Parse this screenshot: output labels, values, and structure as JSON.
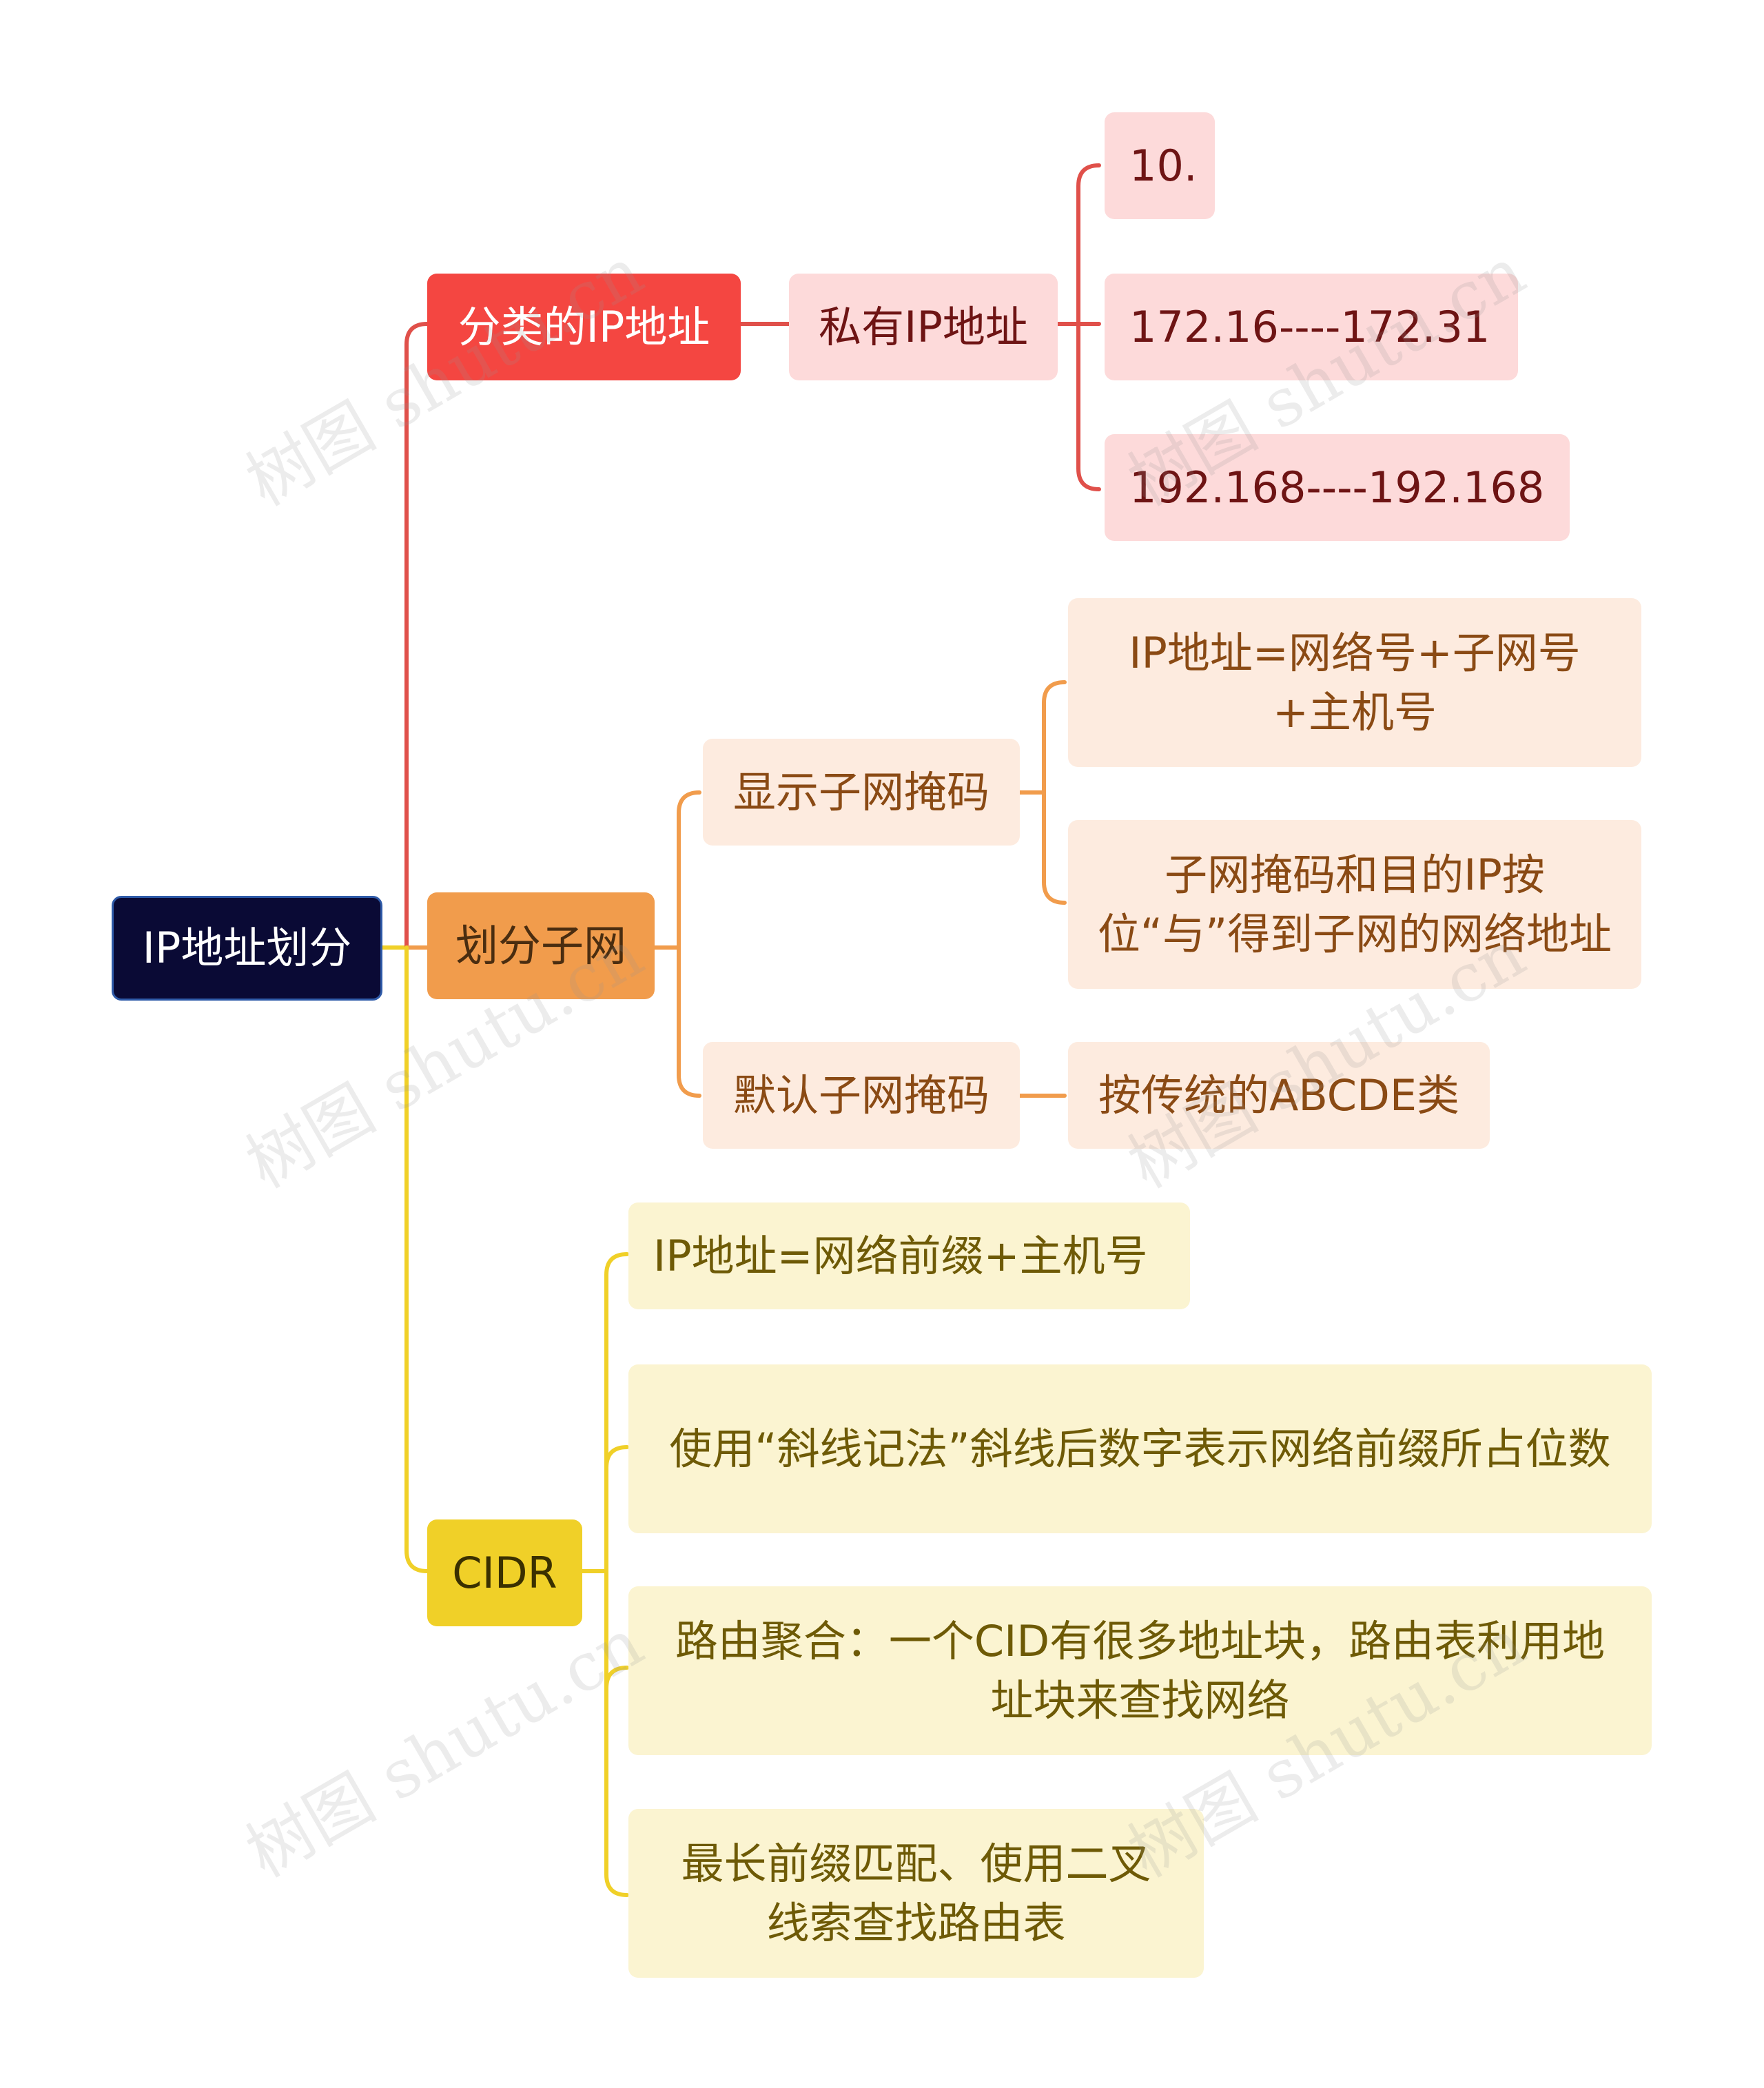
{
  "root": {
    "label": "IP地址划分"
  },
  "branches": [
    {
      "label": "分类的IP地址",
      "color": "#f44641",
      "child": "私有IP地址",
      "leaves": [
        "10.",
        "172.16----172.31",
        "192.168----192.168"
      ]
    },
    {
      "label": "划分子网",
      "color": "#f19c4c",
      "children": [
        {
          "label": "显示子网掩码",
          "leaves": [
            "IP地址=网络号+子网号+主机号",
            "子网掩码和目的IP按位“与”得到子网的网络地址"
          ]
        },
        {
          "label": "默认子网掩码",
          "leaves": [
            "按传统的ABCDE类"
          ]
        }
      ]
    },
    {
      "label": "CIDR",
      "color": "#f0d028",
      "leaves": [
        "IP地址=网络前缀+主机号",
        "使用“斜线记法”斜线后数字表示网络前缀所占位数",
        "路由聚合：一个CID有很多地址块，路由表利用地址块来查找网络",
        "最长前缀匹配、使用二叉线索查找路由表"
      ]
    }
  ],
  "watermark": "树图 shutu.cn"
}
